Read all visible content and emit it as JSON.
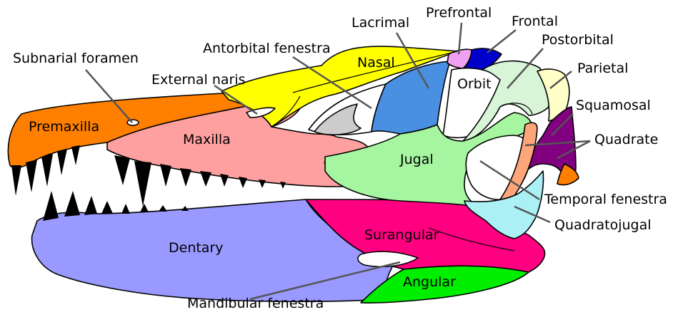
{
  "bones": {
    "premaxilla": {
      "label": "Premaxilla",
      "color": "#ff7f00"
    },
    "maxilla": {
      "label": "Maxilla",
      "color": "#ffa0a0"
    },
    "nasal": {
      "label": "Nasal",
      "color": "#ffff00"
    },
    "lacrimal": {
      "label": "Lacrimal",
      "color": "#4a90e2"
    },
    "prefrontal": {
      "label": "Prefrontal",
      "color": "#f0a0f0"
    },
    "frontal": {
      "label": "Frontal",
      "color": "#0000cc"
    },
    "postorbital": {
      "label": "Postorbital",
      "color": "#d8f5d8"
    },
    "parietal": {
      "label": "Parietal",
      "color": "#ffffc8"
    },
    "squamosal": {
      "label": "Squamosal",
      "color": "#800080"
    },
    "quadrate": {
      "label": "Quadrate",
      "color": "#ff7f00"
    },
    "jugal": {
      "label": "Jugal",
      "color": "#a6f5a0"
    },
    "quadratojugal": {
      "label": "Quadratojugal",
      "color": "#aaf0f5"
    },
    "surangular": {
      "label": "Surangular",
      "color": "#ff0080"
    },
    "angular": {
      "label": "Angular",
      "color": "#00ee00"
    },
    "dentary": {
      "label": "Dentary",
      "color": "#9999ff"
    }
  },
  "openings": {
    "subnarial_foramen": "Subnarial foramen",
    "external_naris": "External naris",
    "antorbital_fenestra": "Antorbital fenestra",
    "orbit": "Orbit",
    "temporal_fenestra": "Temporal fenestra",
    "mandibular_fenestra": "Mandibular fenestra"
  },
  "colors": {
    "temporal_fenestra_fill": "#ffa57a",
    "antorbital_inner": "#cccccc"
  }
}
